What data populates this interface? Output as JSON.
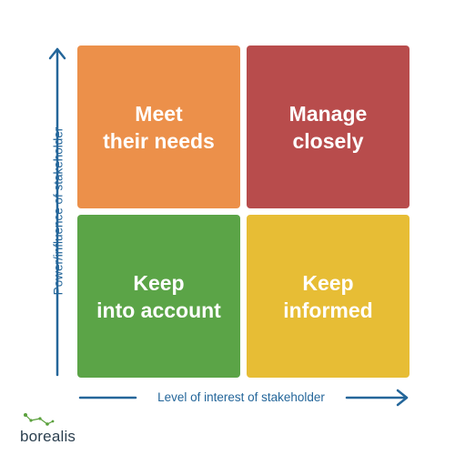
{
  "quadrants": {
    "top_left": {
      "line1": "Meet",
      "line2": "their needs",
      "color": "#ec904a"
    },
    "top_right": {
      "line1": "Manage",
      "line2": "closely",
      "color": "#b84c4c"
    },
    "bottom_left": {
      "line1": "Keep",
      "line2": "into account",
      "color": "#5ba447"
    },
    "bottom_right": {
      "line1": "Keep",
      "line2": "informed",
      "color": "#e7bd35"
    }
  },
  "axes": {
    "x_label": "Level of interest of stakeholder",
    "y_label": "Power/influence of stakeholder",
    "color": "#24669a"
  },
  "logo": {
    "text": "borealis",
    "icon": "constellation-icon",
    "color": "#5aa03c"
  }
}
